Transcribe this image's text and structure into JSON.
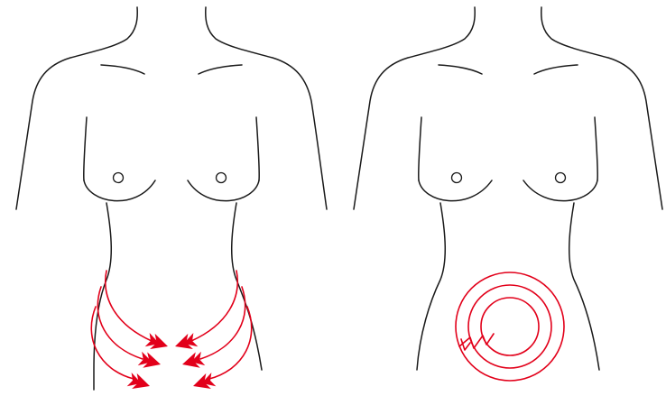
{
  "figures": [
    {
      "name": "left-torso",
      "technique": "downward-inward-strokes"
    },
    {
      "name": "right-torso",
      "technique": "clockwise-circular-motion"
    }
  ],
  "colors": {
    "outline": "#1a1a1a",
    "arrow": "#e2001a",
    "background": "#ffffff"
  },
  "icons": {
    "arrow": "arrow-icon",
    "spiral": "spiral-icon"
  }
}
